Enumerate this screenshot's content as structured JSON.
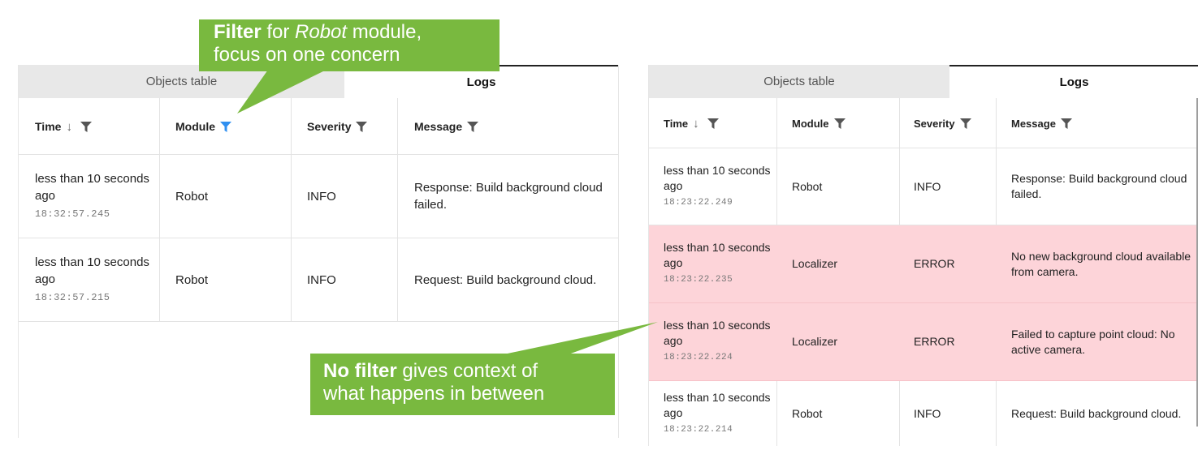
{
  "left_panel": {
    "tabs": [
      {
        "label": "Objects table",
        "active": false
      },
      {
        "label": "Logs",
        "active": true
      }
    ],
    "columns": [
      {
        "label": "Time",
        "sort": "desc",
        "icon": "funnel-icon",
        "filter_active": false
      },
      {
        "label": "Module",
        "icon": "funnel-icon",
        "filter_active": true
      },
      {
        "label": "Severity",
        "icon": "funnel-icon",
        "filter_active": false
      },
      {
        "label": "Message",
        "icon": "funnel-icon",
        "filter_active": false
      }
    ],
    "rows": [
      {
        "time_rel": "less than 10 seconds ago",
        "time_abs": "18:32:57.245",
        "module": "Robot",
        "severity": "INFO",
        "message": "Response: Build background cloud failed."
      },
      {
        "time_rel": "less than 10 seconds ago",
        "time_abs": "18:32:57.215",
        "module": "Robot",
        "severity": "INFO",
        "message": "Request: Build background cloud."
      }
    ]
  },
  "right_panel": {
    "tabs": [
      {
        "label": "Objects table",
        "active": false
      },
      {
        "label": "Logs",
        "active": true
      }
    ],
    "columns": [
      {
        "label": "Time",
        "sort": "desc",
        "icon": "funnel-icon",
        "filter_active": false
      },
      {
        "label": "Module",
        "icon": "funnel-icon",
        "filter_active": false
      },
      {
        "label": "Severity",
        "icon": "funnel-icon",
        "filter_active": false
      },
      {
        "label": "Message",
        "icon": "funnel-icon",
        "filter_active": false
      }
    ],
    "rows": [
      {
        "time_rel": "less than 10 seconds ago",
        "time_abs": "18:23:22.249",
        "module": "Robot",
        "severity": "INFO",
        "message": "Response: Build background cloud failed."
      },
      {
        "time_rel": "less than 10 seconds ago",
        "time_abs": "18:23:22.235",
        "module": "Localizer",
        "severity": "ERROR",
        "message": "No new background cloud available from camera."
      },
      {
        "time_rel": "less than 10 seconds ago",
        "time_abs": "18:23:22.224",
        "module": "Localizer",
        "severity": "ERROR",
        "message": "Failed to capture point cloud: No active camera."
      },
      {
        "time_rel": "less than 10 seconds ago",
        "time_abs": "18:23:22.214",
        "module": "Robot",
        "severity": "INFO",
        "message": "Request: Build background cloud."
      }
    ]
  },
  "callouts": {
    "filter": {
      "bold": "Filter",
      "mid": " for ",
      "italic": "Robot",
      "rest": " module,",
      "line2": "focus on one concern"
    },
    "no_filter": {
      "bold": "No filter",
      "rest": " gives context of",
      "line2": "what happens in between"
    }
  },
  "colors": {
    "callout": "#79b93f",
    "error_row": "#fdd4d9",
    "filter_active": "#2f8ff0",
    "filter_inactive": "#555555",
    "tab_inactive": "#e8e8e8"
  }
}
